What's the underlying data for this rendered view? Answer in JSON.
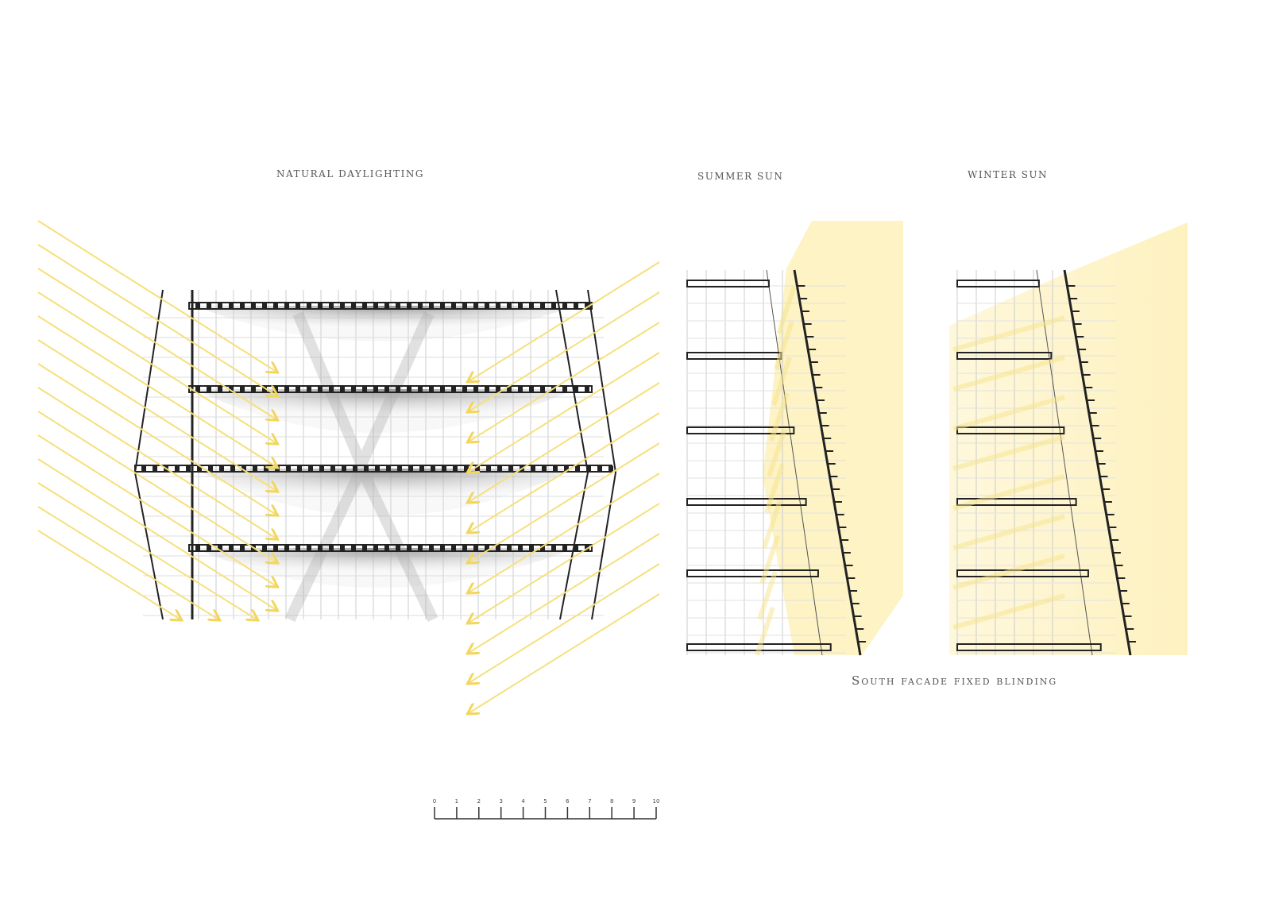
{
  "titles": {
    "natural": "Natural daylighting",
    "summer": "Summer sun",
    "winter": "Winter sun",
    "caption": "South facade fixed blinding"
  },
  "scale_bar": {
    "labels": [
      "0",
      "1",
      "2",
      "3",
      "4",
      "5",
      "6",
      "7",
      "8",
      "9",
      "10"
    ]
  },
  "colors": {
    "sun": "#f5e07a",
    "sun_fill": "#fdf3c4",
    "structure": "#222222",
    "shade": "#9a9a9a"
  }
}
